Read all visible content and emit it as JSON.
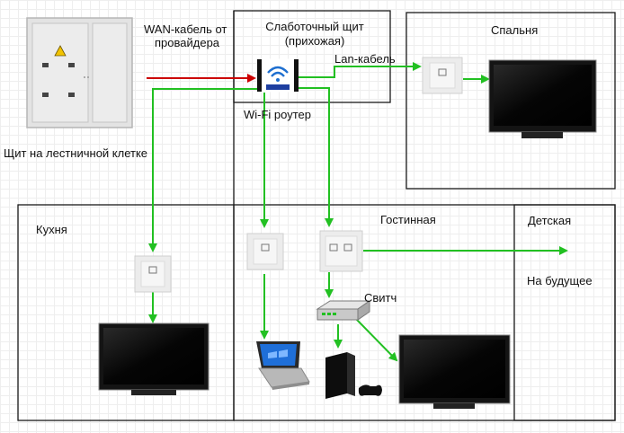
{
  "labels": {
    "wan_cable_line1": "WAN-кабель от",
    "wan_cable_line2": "провайдера",
    "stair_panel": "Щит на лестничной клетке",
    "low_current_panel_line1": "Слаботочный щит",
    "low_current_panel_line2": "(прихожая)",
    "lan_cable": "Lan-кабель",
    "wifi_router": "Wi-Fi роутер",
    "bedroom": "Спальня",
    "kitchen": "Кухня",
    "living_room": "Гостинная",
    "kids_room": "Детская",
    "future": "На будущее",
    "switch": "Свитч"
  },
  "colors": {
    "wan_cable": "#cc0000",
    "lan_cable": "#22c022",
    "room_border": "#1a1a1a",
    "tv_screen": "#050505",
    "panel_body": "#e3e3e3",
    "warning": "#f2c300"
  },
  "icons": [
    "electrical-panel-icon",
    "wifi-router-icon",
    "network-socket-icon",
    "tv-icon",
    "laptop-icon",
    "game-console-icon",
    "network-switch-icon"
  ]
}
